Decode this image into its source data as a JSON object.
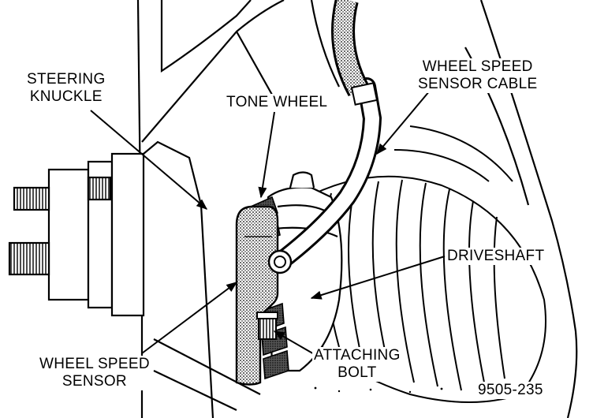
{
  "labels": {
    "steering_knuckle": [
      "STEERING",
      "KNUCKLE"
    ],
    "tone_wheel": "TONE WHEEL",
    "cable": [
      "WHEEL SPEED",
      "SENSOR CABLE"
    ],
    "driveshaft": "DRIVESHAFT",
    "sensor": [
      "WHEEL SPEED",
      "SENSOR"
    ],
    "bolt": [
      "ATTACHING",
      "BOLT"
    ],
    "figure_id": "9505-235"
  },
  "colors": {
    "ink": "#000000",
    "paper": "#ffffff",
    "shade": "#7a7a7a"
  }
}
